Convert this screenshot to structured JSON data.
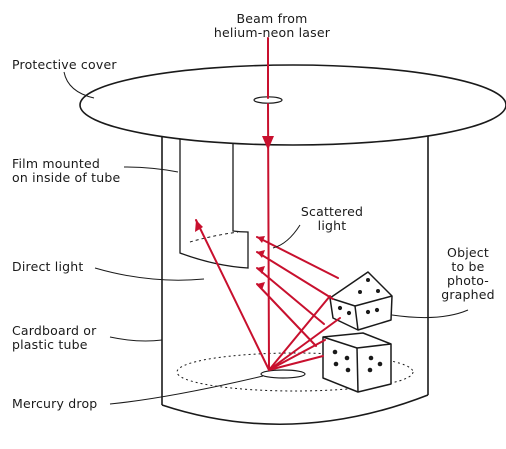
{
  "labels": {
    "beam": [
      "Beam from",
      "helium-neon laser"
    ],
    "protective_cover": "Protective cover",
    "film": [
      "Film mounted",
      "on inside of tube"
    ],
    "scattered": [
      "Scattered",
      "light"
    ],
    "direct": "Direct light",
    "object": [
      "Object",
      "to be",
      "photo-",
      "graphed"
    ],
    "tube": [
      "Cardboard or",
      "plastic tube"
    ],
    "mercury": "Mercury drop"
  },
  "colors": {
    "ink": "#1a1a1a",
    "laser": "#c8102e"
  }
}
